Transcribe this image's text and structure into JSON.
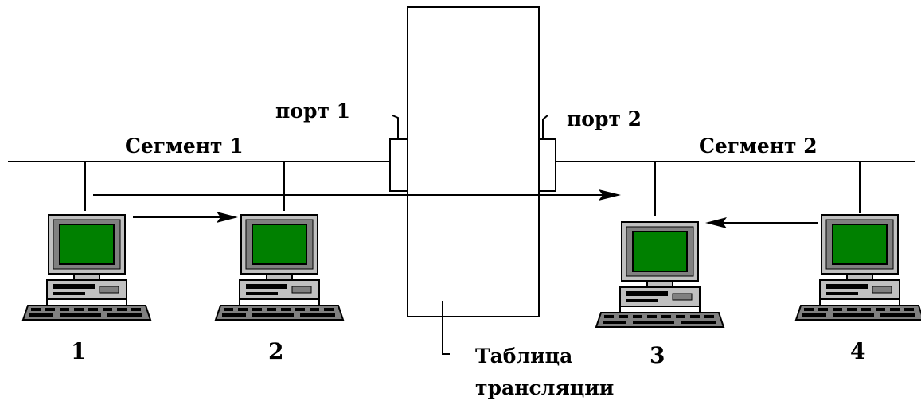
{
  "labels": {
    "port1": "порт 1",
    "port2": "порт 2",
    "segment1": "Сегмент 1",
    "segment2": "Сегмент 2",
    "table_line1": "Таблица",
    "table_line2": "трансляции"
  },
  "computers": [
    {
      "label": "1"
    },
    {
      "label": "2"
    },
    {
      "label": "3"
    },
    {
      "label": "4"
    }
  ],
  "colors": {
    "line": "#000000",
    "screen": "#008000",
    "case_light": "#c0c0c0",
    "case_dark": "#808080",
    "white": "#ffffff"
  }
}
